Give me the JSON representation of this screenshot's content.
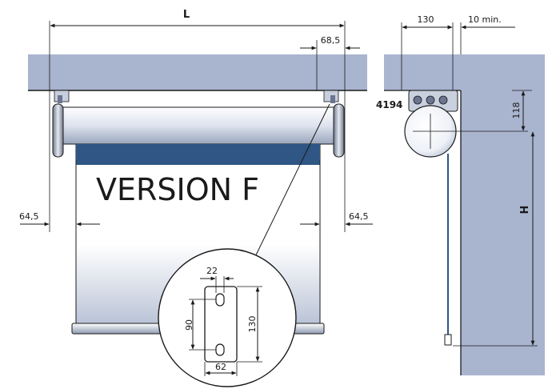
{
  "diagram": {
    "label_L": "L",
    "label_H": "H",
    "version_text": "VERSION F",
    "dim_68_5": "68,5",
    "dim_64_5_left": "64,5",
    "dim_64_5_right": "64,5",
    "dim_130_top": "130",
    "dim_10min": "10 min.",
    "dim_118": "118",
    "part_number": "4194",
    "detail": {
      "dim_22": "22",
      "dim_90": "90",
      "dim_130": "130",
      "dim_62": "62"
    },
    "colors": {
      "ceiling": "#a9b4cf",
      "fabric_band": "#2f5684",
      "outline": "#1a1a1a"
    }
  }
}
